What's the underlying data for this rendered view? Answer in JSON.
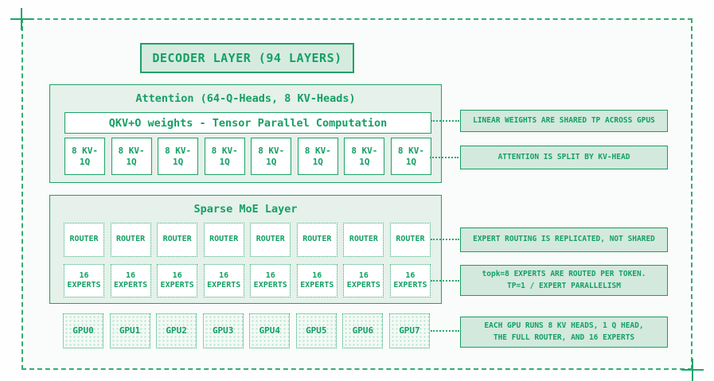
{
  "diagram": {
    "title": "DECODER LAYER (94 LAYERS)",
    "attention": {
      "header": "Attention (64-Q-Heads, 8 KV-Heads)",
      "tensor_parallel_label": "QKV+O weights - Tensor Parallel Computation",
      "kv_boxes": [
        "8 KV-\n1Q",
        "8 KV-\n1Q",
        "8 KV-\n1Q",
        "8 KV-\n1Q",
        "8 KV-\n1Q",
        "8 KV-\n1Q",
        "8 KV-\n1Q",
        "8 KV-\n1Q"
      ]
    },
    "moe": {
      "header": "Sparse MoE Layer",
      "routers": [
        "ROUTER",
        "ROUTER",
        "ROUTER",
        "ROUTER",
        "ROUTER",
        "ROUTER",
        "ROUTER",
        "ROUTER"
      ],
      "experts": [
        "16\nEXPERTS",
        "16\nEXPERTS",
        "16\nEXPERTS",
        "16\nEXPERTS",
        "16\nEXPERTS",
        "16\nEXPERTS",
        "16\nEXPERTS",
        "16\nEXPERTS"
      ]
    },
    "gpus": [
      "GPU0",
      "GPU1",
      "GPU2",
      "GPU3",
      "GPU4",
      "GPU5",
      "GPU6",
      "GPU7"
    ],
    "annotations": [
      "LINEAR WEIGHTS ARE SHARED TP ACROSS GPUS",
      "ATTENTION IS SPLIT BY KV-HEAD",
      "EXPERT ROUTING IS REPLICATED, NOT SHARED",
      "topk=8 EXPERTS ARE ROUTED PER TOKEN.\nTP=1 / EXPERT PARALLELISM",
      "EACH GPU RUNS 8 KV HEADS, 1 Q HEAD,\nTHE FULL ROUTER, AND 16 EXPERTS"
    ],
    "colors": {
      "accent": "#1da266",
      "container_fill": "#e5f1ea",
      "box_fill": "#d3e9dd",
      "canvas_bg": "#fafcfb"
    }
  }
}
